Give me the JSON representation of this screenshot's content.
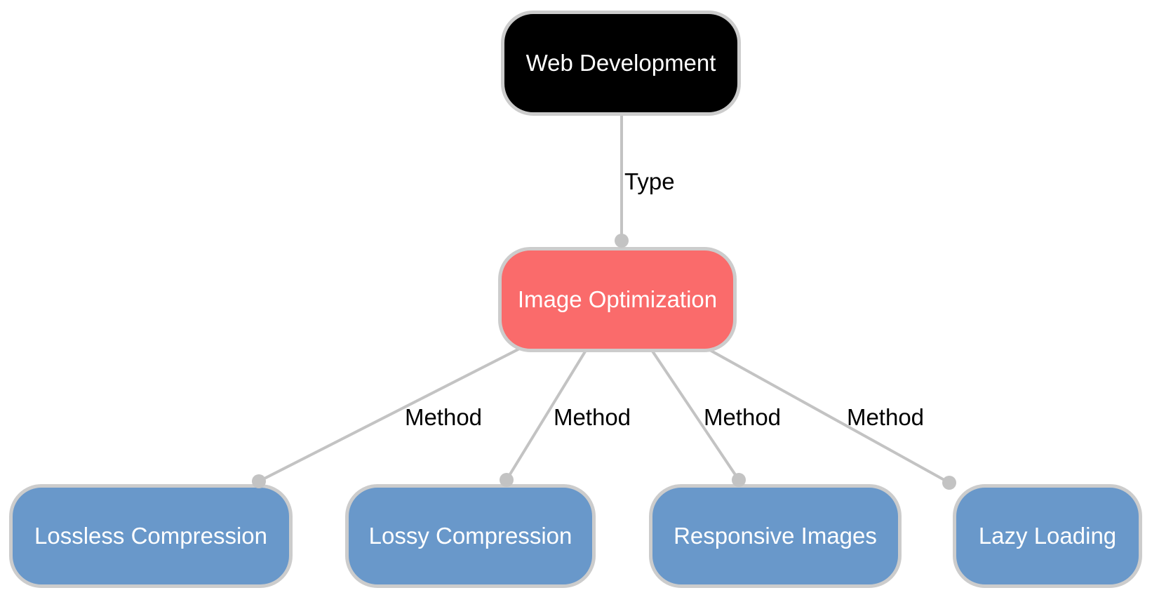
{
  "diagram": {
    "type": "mind-map-graph",
    "background": "#ffffff",
    "endpoint_marker": "circle-dot",
    "colors": {
      "edge_line": "#c3c3c3",
      "endpoint_dot": "#c3c3c3",
      "node_border": "#cccccc",
      "root_node_fill": "#000000",
      "branch_node_fill": "#fa6b6b",
      "leaf_node_fill": "#6998ca",
      "node_label_text": "#ffffff",
      "edge_label_text": "#000000"
    },
    "nodes": {
      "root": {
        "label": "Web Development"
      },
      "branch": {
        "label": "Image Optimization"
      },
      "leaf1": {
        "label": "Lossless Compression"
      },
      "leaf2": {
        "label": "Lossy Compression"
      },
      "leaf3": {
        "label": "Responsive Images"
      },
      "leaf4": {
        "label": "Lazy Loading"
      }
    },
    "edges": [
      {
        "from": "Web Development",
        "to": "Image Optimization",
        "label": "Type"
      },
      {
        "from": "Image Optimization",
        "to": "Lossless Compression",
        "label": "Method"
      },
      {
        "from": "Image Optimization",
        "to": "Lossy Compression",
        "label": "Method"
      },
      {
        "from": "Image Optimization",
        "to": "Responsive Images",
        "label": "Method"
      },
      {
        "from": "Image Optimization",
        "to": "Lazy Loading",
        "label": "Method"
      }
    ]
  }
}
